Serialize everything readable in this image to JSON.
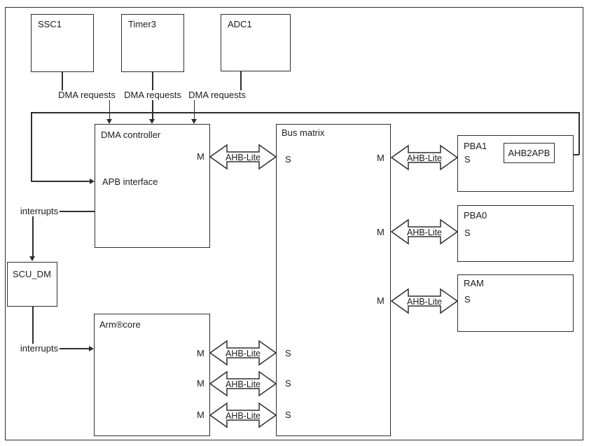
{
  "blocks": {
    "ssc1": "SSC1",
    "timer3": "Timer3",
    "adc1": "ADC1",
    "dma_controller": "DMA controller",
    "apb_interface": "APB interface",
    "scu_dm": "SCU_DM",
    "arm_core": "Arm®core",
    "bus_matrix": "Bus matrix",
    "pba1": "PBA1",
    "ahb2apb": "AHB2APB",
    "pba0": "PBA0",
    "ram": "RAM"
  },
  "ports": {
    "master": "M",
    "slave": "S"
  },
  "connections": {
    "dma_requests": "DMA requests",
    "interrupts": "interrupts",
    "ahb_lite": "AHB-Lite"
  },
  "colors": {
    "line": "#2e2e2e",
    "background": "#ffffff"
  }
}
